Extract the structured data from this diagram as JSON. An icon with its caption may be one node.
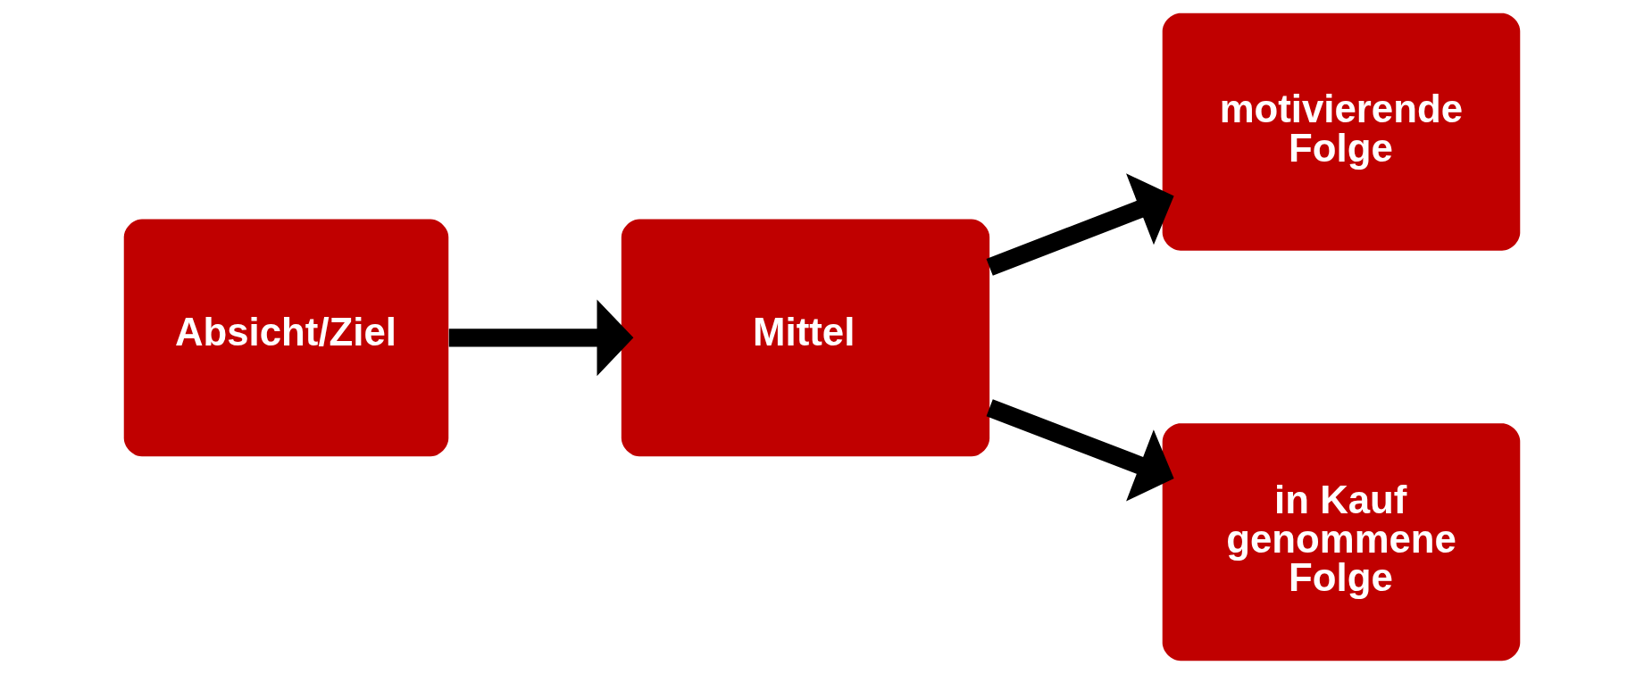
{
  "diagram": {
    "nodes": [
      {
        "text": [
          "Absicht/Ziel"
        ]
      },
      {
        "text": [
          "Mittel"
        ]
      },
      {
        "text": [
          "motivierende Folge"
        ]
      },
      {
        "text": [
          "in Kauf genommene Folge"
        ]
      }
    ],
    "edges": [
      {
        "from": 0,
        "to": 1,
        "arrow": "to"
      },
      {
        "from": 1,
        "to": 2,
        "arrow": "to"
      },
      {
        "from": 1,
        "to": 3,
        "arrow": "to"
      }
    ]
  }
}
